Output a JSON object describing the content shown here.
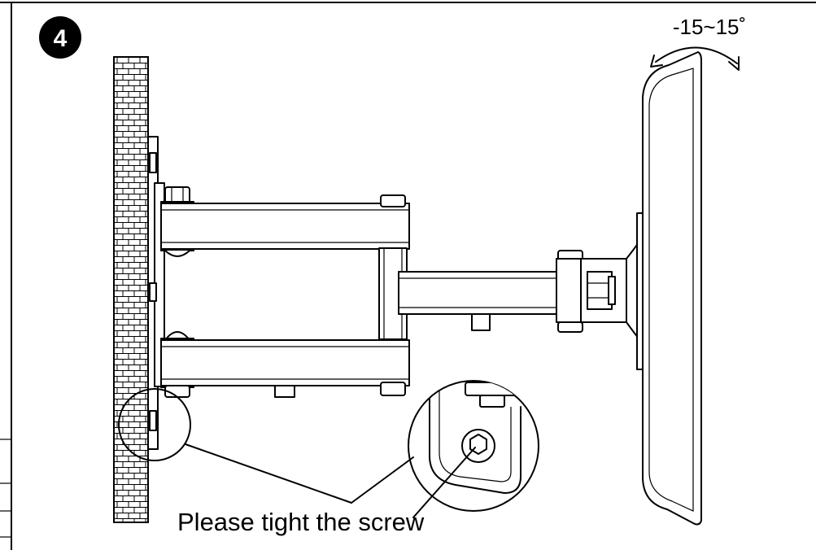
{
  "step": {
    "number": "4"
  },
  "rotation": {
    "label": "-15~15˚"
  },
  "callout": {
    "text": "Please tight the screw"
  },
  "colors": {
    "line": "#000000",
    "background": "#ffffff"
  }
}
